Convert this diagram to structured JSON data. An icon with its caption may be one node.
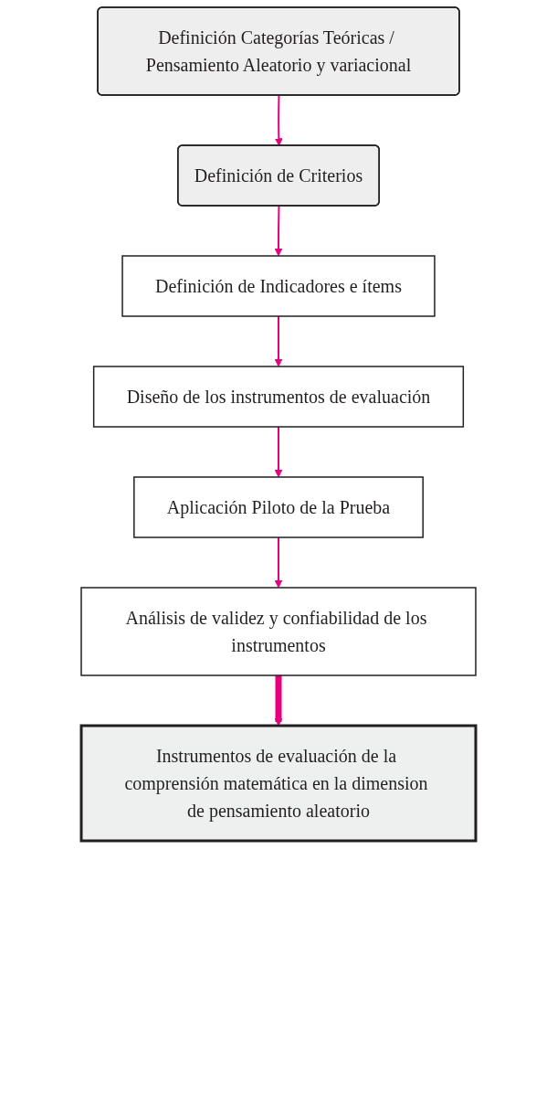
{
  "diagram": {
    "nodes": [
      {
        "text": [
          "Definición Categorías Teóricas / Pensamiento Aleatorio y variacional"
        ]
      },
      {
        "text": [
          "Definición de Criterios"
        ]
      },
      {
        "text": [
          "Definición de Indicadores e ítems"
        ]
      },
      {
        "text": [
          "Diseño de los instrumentos de evaluación"
        ]
      },
      {
        "text": [
          "Aplicación Piloto de la Prueba"
        ]
      },
      {
        "text": [
          "Análisis de validez y confiabilidad de los instrumentos"
        ]
      },
      {
        "text": [
          "Instrumentos de evaluación de la comprensión matemática en la dimension de pensamiento aleatorio"
        ]
      }
    ],
    "edges": [
      {
        "from": 0,
        "to": 1,
        "arrow": "to"
      },
      {
        "from": 1,
        "to": 2,
        "arrow": "to"
      },
      {
        "from": 2,
        "to": 3,
        "arrow": "to"
      },
      {
        "from": 3,
        "to": 4,
        "arrow": "to"
      },
      {
        "from": 4,
        "to": 5,
        "arrow": "to"
      },
      {
        "from": 5,
        "to": 6,
        "arrow": "to",
        "style": "thick"
      }
    ]
  }
}
